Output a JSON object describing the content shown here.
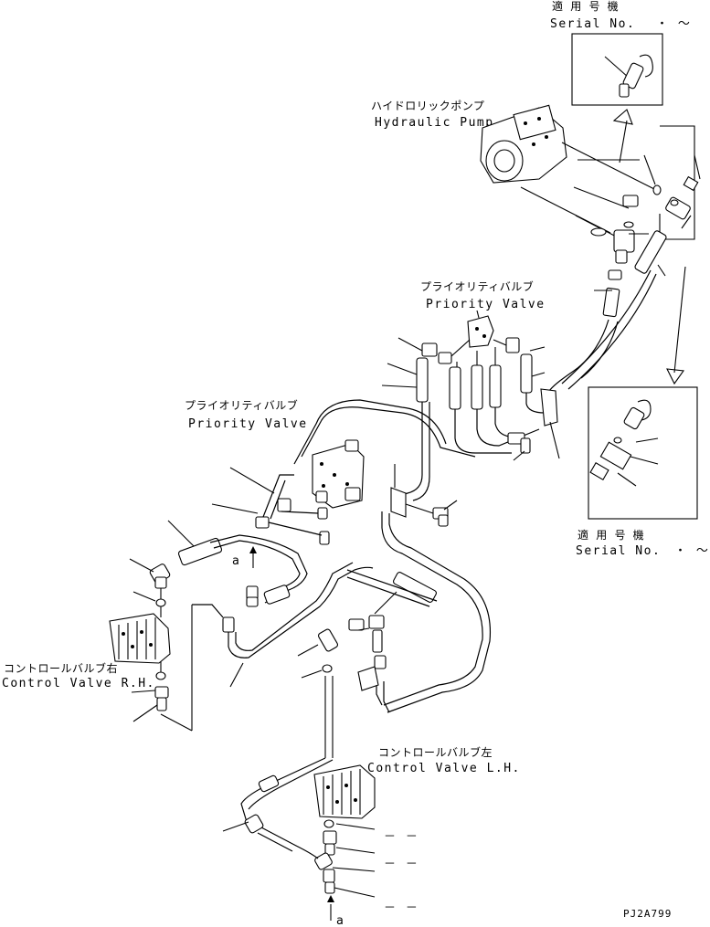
{
  "serial_top": {
    "jp": "適 用 号 機",
    "en": "Serial No.",
    "range": "・ ～"
  },
  "serial_mid": {
    "jp": "適 用 号 機",
    "en": "Serial No.",
    "range": "・ ～"
  },
  "hydraulic_pump": {
    "jp": "ハイドロリックポンプ",
    "en": "Hydraulic Pump"
  },
  "priority_valve_upper": {
    "jp": "プライオリティバルブ",
    "en": "Priority Valve"
  },
  "priority_valve_lower": {
    "jp": "プライオリティバルブ",
    "en": "Priority Valve"
  },
  "control_valve_rh": {
    "jp": "コントロールバルブ右",
    "en": "Control Valve R.H."
  },
  "control_valve_lh": {
    "jp": "コントロールバルブ左",
    "en": "Control Valve L.H."
  },
  "ref_a_upper": "a",
  "ref_a_lower": "a",
  "dash_marks": [
    "－ －",
    "－ －",
    "－ －"
  ],
  "drawing_code": "PJ2A799"
}
